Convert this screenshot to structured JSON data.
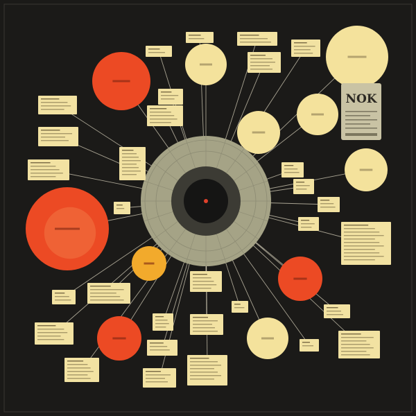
{
  "title_card": {
    "heading": "NOK"
  },
  "colors": {
    "background": "#1b1a18",
    "frame": "#3a3632",
    "connector": "#d9d2bc",
    "note_paper": "#f2e2a2",
    "note_ink": "#6b5d3a",
    "hub_outer": "#a5a386",
    "hub_inner": "#3c3b34",
    "hub_core": "#151514",
    "hub_dot": "#e0412b",
    "red": "#ec4a24",
    "orange": "#f2aa2c",
    "cream": "#f4e29c",
    "title_card": "#c9c3a4"
  },
  "hub": {
    "ring_dividers": 20
  },
  "circles": [
    {
      "id": "red-top-left",
      "color": "red"
    },
    {
      "id": "cream-top-center",
      "color": "cream"
    },
    {
      "id": "cream-top-right-large",
      "color": "cream"
    },
    {
      "id": "cream-mid-right",
      "color": "cream"
    },
    {
      "id": "cream-center-right",
      "color": "cream"
    },
    {
      "id": "cream-right",
      "color": "cream"
    },
    {
      "id": "red-left-large",
      "color": "red"
    },
    {
      "id": "orange-small",
      "color": "orange"
    },
    {
      "id": "red-bottom-left",
      "color": "red"
    },
    {
      "id": "red-bottom-right",
      "color": "red"
    },
    {
      "id": "cream-bottom-right",
      "color": "cream"
    }
  ],
  "notes": [
    {
      "id": "note-01"
    },
    {
      "id": "note-02"
    },
    {
      "id": "note-03"
    },
    {
      "id": "note-04"
    },
    {
      "id": "note-05"
    },
    {
      "id": "note-06"
    },
    {
      "id": "note-07"
    },
    {
      "id": "note-08"
    },
    {
      "id": "note-09"
    },
    {
      "id": "note-10"
    },
    {
      "id": "note-11"
    },
    {
      "id": "note-12"
    },
    {
      "id": "note-13"
    },
    {
      "id": "note-14"
    },
    {
      "id": "note-15"
    },
    {
      "id": "note-16"
    },
    {
      "id": "note-17"
    },
    {
      "id": "note-18"
    },
    {
      "id": "note-19"
    },
    {
      "id": "note-20"
    },
    {
      "id": "note-21"
    },
    {
      "id": "note-22"
    },
    {
      "id": "note-23"
    },
    {
      "id": "note-24"
    },
    {
      "id": "note-25"
    },
    {
      "id": "note-26"
    },
    {
      "id": "note-27"
    },
    {
      "id": "note-28"
    },
    {
      "id": "note-29"
    },
    {
      "id": "note-30"
    },
    {
      "id": "note-31"
    }
  ]
}
